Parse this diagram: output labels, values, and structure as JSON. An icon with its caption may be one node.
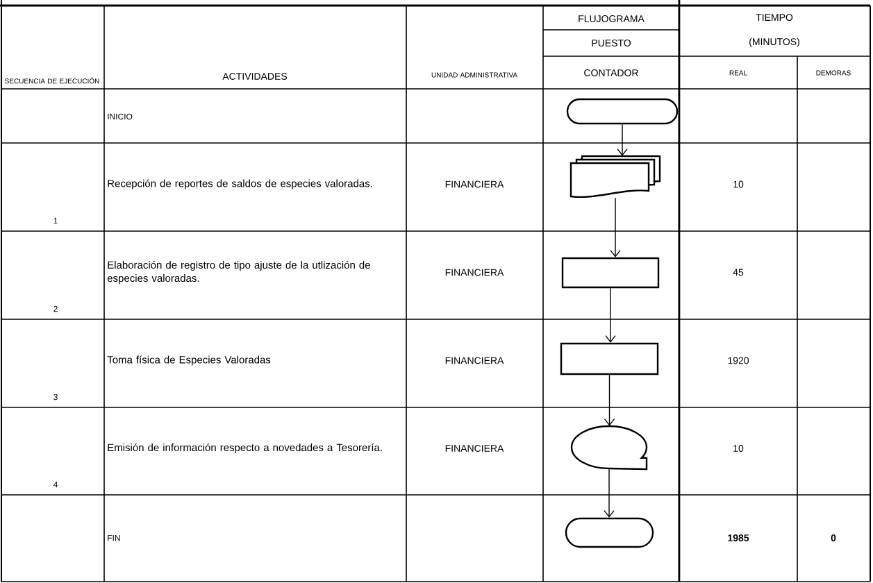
{
  "diagram": {
    "nodes": [
      {
        "text": [],
        "shape": "terminal"
      },
      {
        "text": [],
        "shape": "document"
      },
      {
        "text": [],
        "shape": "box"
      },
      {
        "text": [],
        "shape": "box"
      },
      {
        "text": [],
        "shape": "display"
      },
      {
        "text": [],
        "shape": "terminal"
      }
    ],
    "edges": [
      {
        "from": 0,
        "to": 1,
        "arrow": "to"
      },
      {
        "from": 1,
        "to": 2,
        "arrow": "to"
      },
      {
        "from": 2,
        "to": 3,
        "arrow": "to"
      },
      {
        "from": 3,
        "to": 4,
        "arrow": "to"
      },
      {
        "from": 4,
        "to": 5,
        "arrow": "to"
      }
    ],
    "labels": [
      "SECUENCIA DE EJECUCIÓN",
      "ACTIVIDADES",
      "UNIDAD ADMINISTRATIVA",
      "FLUJOGRAMA",
      "PUESTO",
      "CONTADOR",
      "TIEMPO (MINUTOS)",
      "REAL",
      "DEMORAS",
      "INICIO",
      "1",
      "Recepción de reportes de saldos de especies valoradas.",
      "FINANCIERA",
      "10",
      "2",
      "Elaboración de registro de tipo ajuste de la utlización de especies valoradas.",
      "FINANCIERA",
      "45",
      "3",
      "Toma física de Especies Valoradas",
      "FINANCIERA",
      "1920",
      "4",
      "Emisión de información respecto a novedades a Tesorería.",
      "FINANCIERA",
      "10",
      "FIN",
      "1985",
      "0"
    ]
  }
}
